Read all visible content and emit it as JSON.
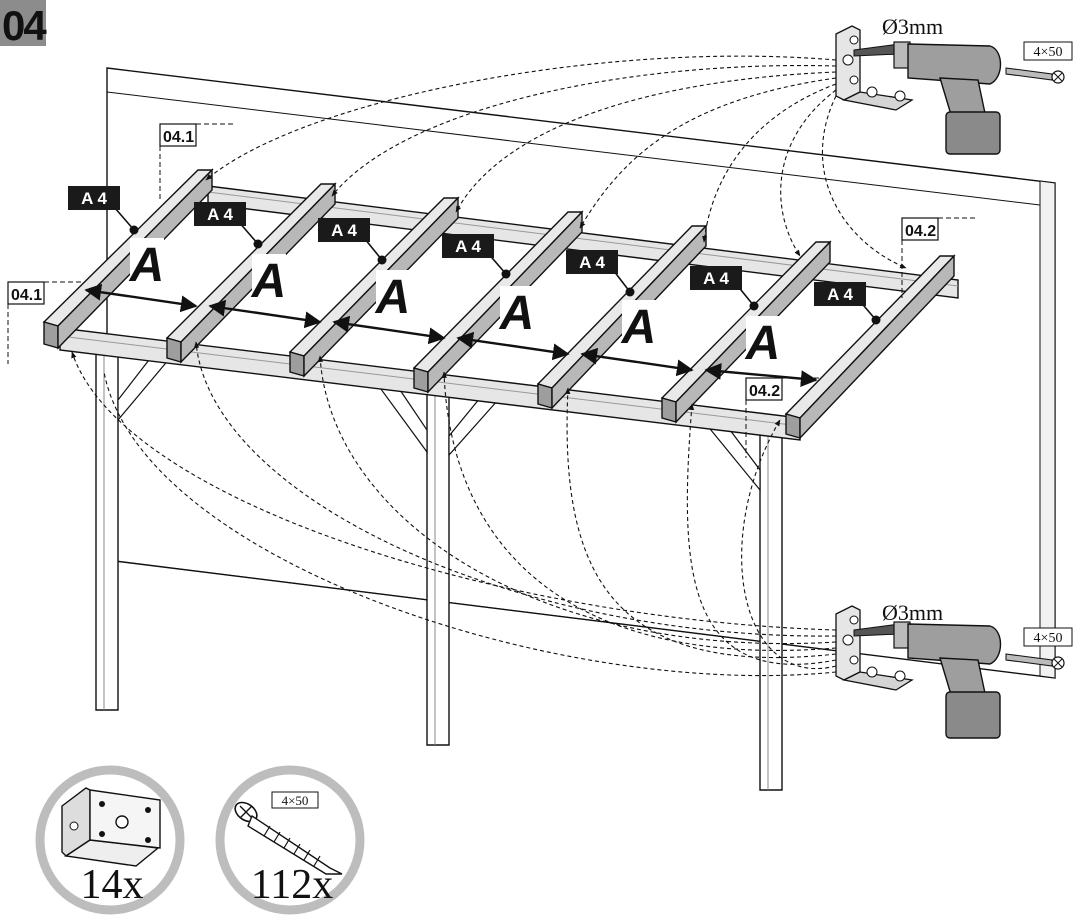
{
  "step": {
    "number": "04"
  },
  "references": {
    "sub_step_1": "04.1",
    "sub_step_2": "04.2"
  },
  "beam_label": "A 4",
  "part_letter": "A",
  "rafters": [
    {
      "label": "A 4",
      "letter": "A"
    },
    {
      "label": "A 4",
      "letter": "A"
    },
    {
      "label": "A 4",
      "letter": "A"
    },
    {
      "label": "A 4",
      "letter": "A"
    },
    {
      "label": "A 4",
      "letter": "A"
    },
    {
      "label": "A 4",
      "letter": "A"
    },
    {
      "label": "A 4"
    }
  ],
  "drill": {
    "bit_diameter": "Ø3mm",
    "screw_size": "4×50"
  },
  "hardware": [
    {
      "item": "angle-bracket",
      "quantity": "14x"
    },
    {
      "item": "screw",
      "size": "4×50",
      "quantity": "112x"
    }
  ],
  "colors": {
    "ink": "#111111",
    "label_bg": "#1a1a1a",
    "wood_light": "#e6e6e6",
    "wood_dark": "#9e9e9e",
    "wall": "#ffffff",
    "circle_ring": "#bdbdbd",
    "badge": "#8c8c8c"
  }
}
